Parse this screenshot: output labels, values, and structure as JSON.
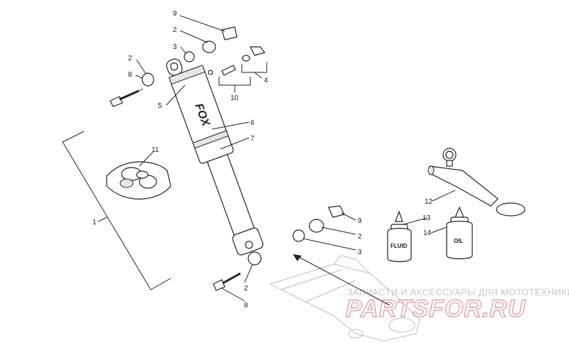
{
  "callouts": {
    "c1": "1",
    "c2a": "2",
    "c2b": "2",
    "c2c": "2",
    "c2d": "2",
    "c3a": "3",
    "c3b": "3",
    "c4": "4",
    "c5": "5",
    "c6": "6",
    "c7": "7",
    "c8a": "8",
    "c8b": "8",
    "c9a": "9",
    "c9b": "9",
    "c10": "10",
    "c11": "11",
    "c12": "12",
    "c13": "13",
    "c14": "14"
  },
  "labels": {
    "brand": "FOX",
    "fluid": "FLUID",
    "oil": "OIL"
  },
  "watermark": {
    "line1": "ЗАПЧАСТИ И АКСЕССУАРЫ ДЛЯ МОТОТЕХНИКИ",
    "line2": "PARTSFOR.RU"
  }
}
